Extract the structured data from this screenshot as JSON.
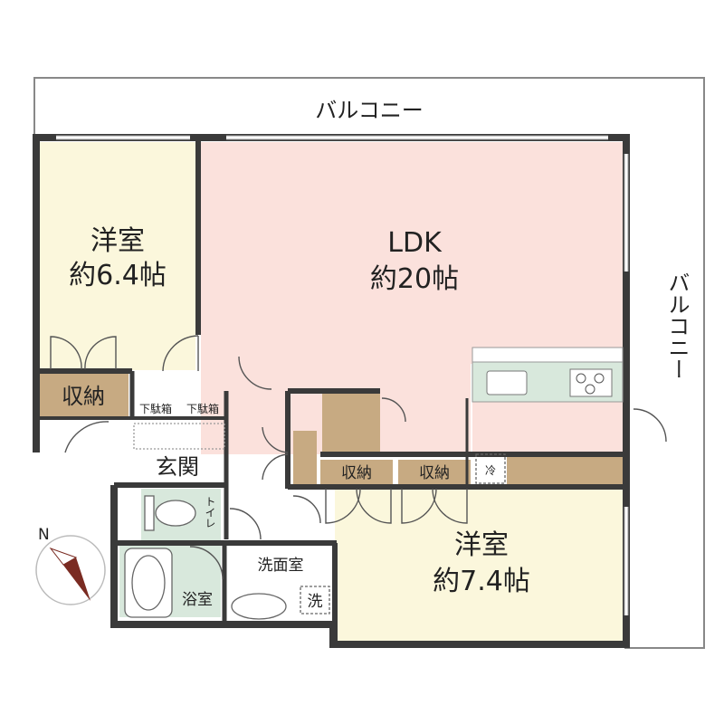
{
  "balcony": {
    "top": "バルコニー",
    "right": "バルコニー"
  },
  "rooms": {
    "western_room_1": {
      "name": "洋室",
      "area": "約6.4帖"
    },
    "ldk": {
      "name": "LDK",
      "area": "約20帖"
    },
    "western_room_2": {
      "name": "洋室",
      "area": "約7.4帖"
    },
    "storage_1": "収納",
    "storage_2": "収納",
    "storage_3": "収納",
    "shoe_box_1": "下駄箱",
    "shoe_box_2": "下駄箱",
    "entrance": "玄関",
    "toilet": "トイレ",
    "washroom": "洗面室",
    "bathroom": "浴室",
    "washer": "洗",
    "fridge": "冷"
  },
  "compass": {
    "label": "N"
  },
  "colors": {
    "western": "#fbf7dc",
    "ldk": "#fbe1dc",
    "storage": "#c7aa82",
    "wet": "#d8e8dc",
    "wall": "#3a3a3a"
  }
}
